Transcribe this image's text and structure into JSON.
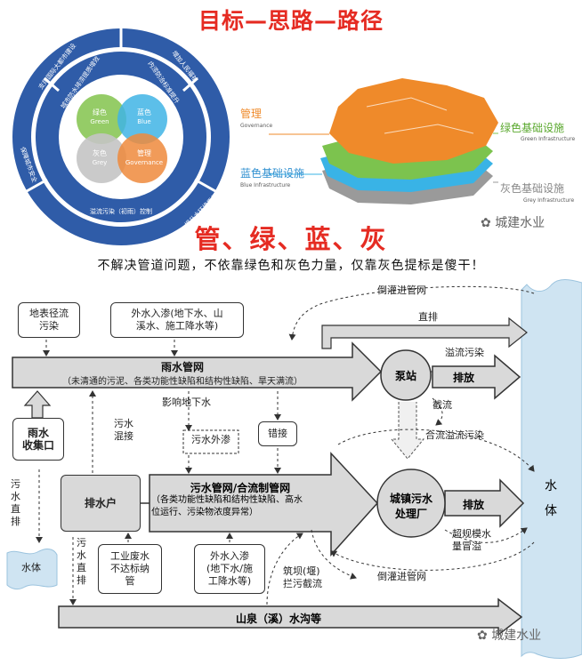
{
  "header": {
    "title": "目标—思路—路径",
    "subtitle": "管、绿、蓝、灰",
    "warning": "不解决管道问题，不依靠绿色和灰色力量，仅靠灰色提标是傻干！",
    "watermark": "城建水业"
  },
  "venn": {
    "green": {
      "cn": "绿色",
      "en": "Green"
    },
    "blue": {
      "cn": "蓝色",
      "en": "Blue"
    },
    "grey": {
      "cn": "灰色",
      "en": "Grey"
    },
    "governance": {
      "cn": "管理",
      "en": "Governance"
    },
    "ring": {
      "inner_top_left": "城市防水排涝提质增效",
      "inner_top_right": "内涝防治标准提升",
      "inner_bottom": "溢流污染（初雨）控制",
      "outer_top_left": "支撑国际大都市建设",
      "outer_top_right": "增加人民福祉",
      "outer_left": "保障城市安全",
      "outer_bottom_right": "提升水环境质量"
    }
  },
  "layers": {
    "governance": {
      "cn": "管理",
      "en": "Governance"
    },
    "blue": {
      "cn": "蓝色基础设施",
      "en": "Blue Infrastructure"
    },
    "green": {
      "cn": "绿色基础设施",
      "en": "Green Infrastructure"
    },
    "grey": {
      "cn": "灰色基础设施",
      "en": "Grey Infrastructure"
    }
  },
  "colors": {
    "title_red": "#e52b22",
    "ring_blue": "#2f5ca8",
    "venn_green": "#8cc85a",
    "venn_blue": "#3fb4e5",
    "venn_grey": "#c4c4c4",
    "venn_orange": "#ef8a3c",
    "water_blue": "#cfe4f2"
  },
  "flow": {
    "surface_runoff": "地表径流\n污染",
    "infiltration_top": "外水入渗(地下水、山\n溪水、施工降水等)",
    "backflow_top": "倒灌进管网",
    "direct_discharge": "直排",
    "storm_pipe_title": "雨水管网",
    "storm_pipe_sub": "（未清通的污泥、各类功能性缺陷和结构性缺陷、旱天满流）",
    "pump_station": "泵站",
    "overflow_pollution": "溢流污染",
    "discharge1": "排放",
    "intercept": "截流",
    "combined_overflow": "合流溢流污染",
    "rain_inlet": "雨水\n收集口",
    "sewage_mix": "污水\n混接",
    "affect_groundwater": "影响地下水",
    "sewage_exfiltration": "污水外渗",
    "misconnection": "错接",
    "drainage_user": "排水户",
    "sewer_title": "污水管网/合流制管网",
    "sewer_sub": "（各类功能性缺陷和结构性缺陷、高水\n位运行、污染物浓度异常）",
    "wwtp": "城镇污水\n处理厂",
    "discharge2": "排放",
    "excess_overflow": "超规模水\n量冒溢",
    "water_body_right": "水\n\n体",
    "sewage_direct_left": "污\n水\n直\n排",
    "water_body_left": "水体",
    "sewage_direct_mid": "污\n水\n直\n排",
    "industrial": "工业废水\n不达标纳\n管",
    "infiltration_bottom": "外水入渗\n(地下水/施\n工降水等)",
    "dam": "筑坝(堰)\n拦污截流",
    "backflow_bottom": "倒灌进管网",
    "mountain_stream": "山泉（溪）水沟等"
  }
}
